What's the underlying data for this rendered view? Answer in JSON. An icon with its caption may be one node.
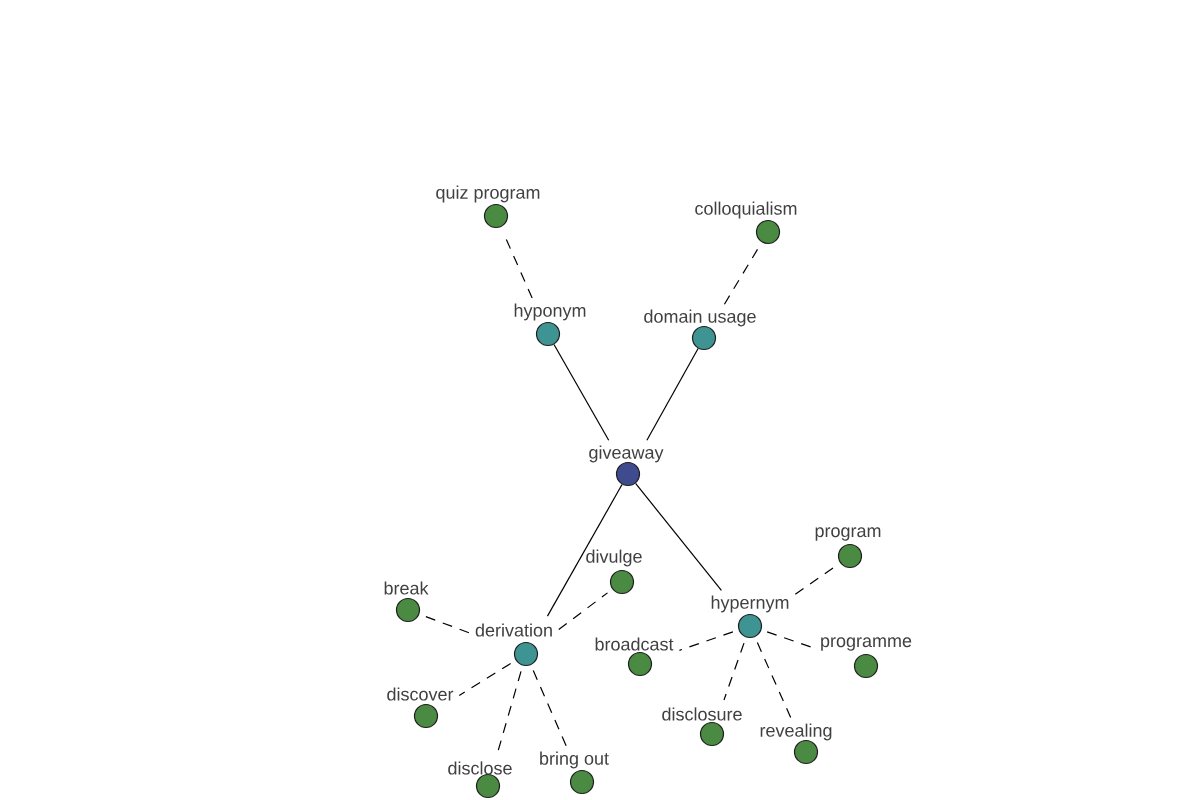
{
  "diagram": {
    "nodes": [
      {
        "text": [
          "quiz program"
        ]
      },
      {
        "text": [
          "colloquialism"
        ]
      },
      {
        "text": [
          "hyponym"
        ]
      },
      {
        "text": [
          "domain usage"
        ]
      },
      {
        "text": [
          "giveaway"
        ]
      },
      {
        "text": [
          "program"
        ]
      },
      {
        "text": [
          "divulge"
        ]
      },
      {
        "text": [
          "break"
        ]
      },
      {
        "text": [
          "hypernym"
        ]
      },
      {
        "text": [
          "derivation"
        ]
      },
      {
        "text": [
          "broadcast"
        ]
      },
      {
        "text": [
          "programme"
        ]
      },
      {
        "text": [
          "discover"
        ]
      },
      {
        "text": [
          "disclosure"
        ]
      },
      {
        "text": [
          "revealing"
        ]
      },
      {
        "text": [
          "bring out"
        ]
      },
      {
        "text": [
          "disclose"
        ]
      }
    ],
    "edges": [
      {
        "from": 4,
        "to": 2,
        "arrow": "none"
      },
      {
        "from": 4,
        "to": 3,
        "arrow": "none"
      },
      {
        "from": 4,
        "to": 9,
        "arrow": "none"
      },
      {
        "from": 4,
        "to": 8,
        "arrow": "none"
      },
      {
        "from": 2,
        "to": 0,
        "arrow": "none",
        "style": "dashed"
      },
      {
        "from": 3,
        "to": 1,
        "arrow": "none",
        "style": "dashed"
      },
      {
        "from": 9,
        "to": 6,
        "arrow": "none",
        "style": "dashed"
      },
      {
        "from": 9,
        "to": 7,
        "arrow": "none",
        "style": "dashed"
      },
      {
        "from": 9,
        "to": 12,
        "arrow": "none",
        "style": "dashed"
      },
      {
        "from": 9,
        "to": 16,
        "arrow": "none",
        "style": "dashed"
      },
      {
        "from": 9,
        "to": 15,
        "arrow": "none",
        "style": "dashed"
      },
      {
        "from": 8,
        "to": 5,
        "arrow": "none",
        "style": "dashed"
      },
      {
        "from": 8,
        "to": 10,
        "arrow": "none",
        "style": "dashed"
      },
      {
        "from": 8,
        "to": 11,
        "arrow": "none",
        "style": "dashed"
      },
      {
        "from": 8,
        "to": 13,
        "arrow": "none",
        "style": "dashed"
      },
      {
        "from": 8,
        "to": 14,
        "arrow": "none",
        "style": "dashed"
      }
    ]
  }
}
